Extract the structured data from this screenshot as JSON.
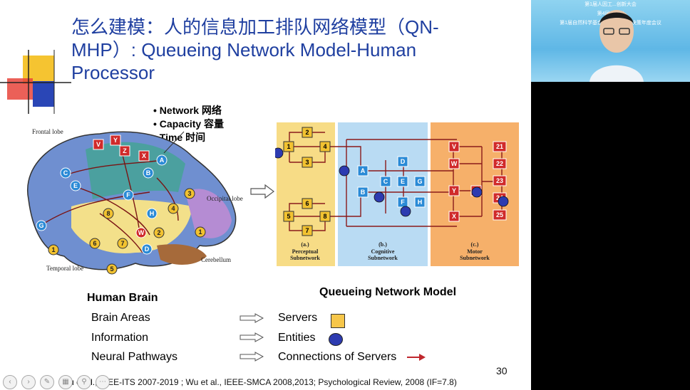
{
  "slide": {
    "title_line1": "怎么建模：人的信息加工排队网络模型（QN-",
    "title_line2": "MHP）: Queueing Network Model-Human",
    "title_line3": "Processor",
    "bullets": [
      "Network 网络",
      "Capacity 容量",
      "Time 时间"
    ],
    "brain_labels": {
      "frontal": "Frontal lobe",
      "occipital": "Occipital lobe",
      "temporal": "Temporal lobe",
      "cerebellum": "Cerebellum"
    },
    "brain_nodes": [
      "V",
      "Y",
      "Z",
      "X",
      "C",
      "E",
      "A",
      "B",
      "F",
      "G",
      "H",
      "W",
      "D",
      "8",
      "7",
      "6",
      "2",
      "3",
      "4",
      "1",
      "5"
    ],
    "network_panels": {
      "a_label": "(a.)",
      "a_name": "Perceptual",
      "a_name2": "Subnetwork",
      "b_label": "(b.)",
      "b_name": "Cognitive",
      "b_name2": "Subnetwork",
      "c_label": "(c.)",
      "c_name": "Motor",
      "c_name2": "Subnetwork"
    },
    "net_nodes_a": [
      "1",
      "2",
      "3",
      "4",
      "5",
      "6",
      "7",
      "8"
    ],
    "net_nodes_b": [
      "A",
      "B",
      "C",
      "D",
      "E",
      "F",
      "G",
      "H"
    ],
    "net_nodes_c": [
      "V",
      "W",
      "Y",
      "Z",
      "X",
      "21",
      "22",
      "23",
      "24",
      "25"
    ],
    "human_brain_title": "Human Brain",
    "qn_title": "Queueing Network Model",
    "legend": [
      {
        "left": "Brain Areas",
        "right": "Servers"
      },
      {
        "left": "Information",
        "right": "Entities"
      },
      {
        "left": "Neural Pathways",
        "right": "Connections of Servers"
      }
    ],
    "page_number": "30",
    "citation": "Wu et al., IEEE-ITS 2007-2019 ; Wu et al., IEEE-SMCA 2008,2013; Psychological Review, 2008 (IF=7.8)"
  },
  "video": {
    "banner_lines": [
      "第1届人因工...创新大会",
      "第4届...会议",
      "第1届自然科学基金委重...机协同决策年度会议"
    ]
  },
  "colors": {
    "title": "#1f3fa0",
    "perceptual_bg": "#f7dc86",
    "cognitive_bg": "#b9dbf3",
    "motor_bg": "#f6b06a",
    "server": "#f6c64a",
    "entity": "#2d3bb0",
    "arrow": "#c0272d"
  }
}
